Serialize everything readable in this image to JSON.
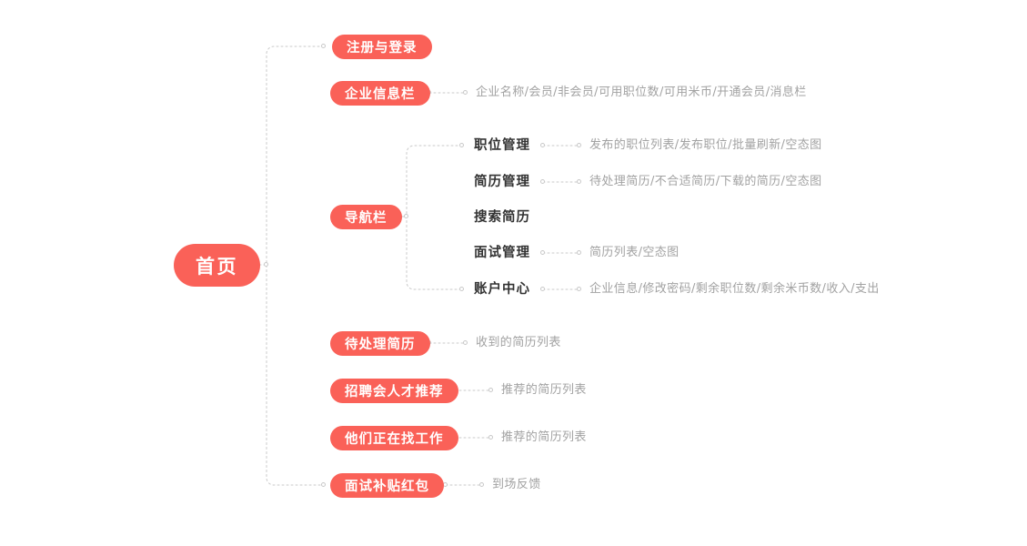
{
  "diagram": {
    "title": "首页",
    "root": {
      "label": "首页"
    },
    "branches": [
      {
        "id": "register-login",
        "label": "注册与登录",
        "style": "pill",
        "description": ""
      },
      {
        "id": "company-info-bar",
        "label": "企业信息栏",
        "style": "pill",
        "description": "企业名称/会员/非会员/可用职位数/可用米币/开通会员/消息栏"
      },
      {
        "id": "nav-bar",
        "label": "导航栏",
        "style": "pill",
        "description": "",
        "children": [
          {
            "id": "job-management",
            "label": "职位管理",
            "style": "text",
            "description": "发布的职位列表/发布职位/批量刷新/空态图"
          },
          {
            "id": "resume-management",
            "label": "简历管理",
            "style": "text",
            "description": "待处理简历/不合适简历/下载的简历/空态图"
          },
          {
            "id": "search-resume",
            "label": "搜索简历",
            "style": "text",
            "description": ""
          },
          {
            "id": "interview-management",
            "label": "面试管理",
            "style": "text",
            "description": "简历列表/空态图"
          },
          {
            "id": "account-center",
            "label": "账户中心",
            "style": "text",
            "description": "企业信息/修改密码/剩余职位数/剩余米币数/收入/支出"
          }
        ]
      },
      {
        "id": "pending-resume",
        "label": "待处理简历",
        "style": "pill",
        "description": "收到的简历列表"
      },
      {
        "id": "job-fair-talent-recommend",
        "label": "招聘会人才推荐",
        "style": "pill",
        "description": "推荐的简历列表"
      },
      {
        "id": "they-are-job-hunting",
        "label": "他们正在找工作",
        "style": "pill",
        "description": "推荐的简历列表"
      },
      {
        "id": "interview-subsidy-red-packet",
        "label": "面试补贴红包",
        "style": "pill",
        "description": "到场反馈"
      }
    ]
  },
  "colors": {
    "accent": "#fa6158",
    "node_text": "#333333",
    "description_text": "#a2a2a2",
    "connector": "#c9c9c9",
    "background": "#ffffff"
  }
}
